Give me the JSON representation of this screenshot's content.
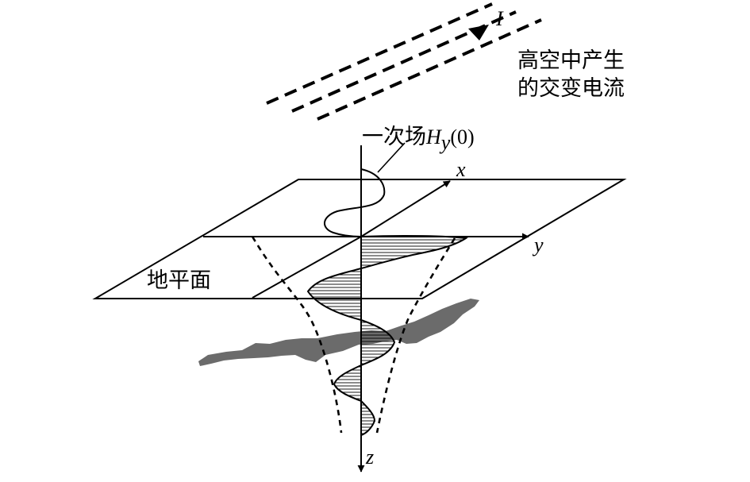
{
  "labels": {
    "current_symbol": "I",
    "current_caption_line1": "高空中产生",
    "current_caption_line2": "的交变电流",
    "primary_field_prefix": "一次场",
    "primary_field_symbol": "H",
    "primary_field_subscript": "y",
    "primary_field_argument": "(0)",
    "axis_x": "x",
    "axis_y": "y",
    "axis_z": "z",
    "ground_plane": "地平面"
  },
  "colors": {
    "ink": "#000000",
    "conductor_body": "#6b6b6b",
    "background": "#ffffff"
  }
}
